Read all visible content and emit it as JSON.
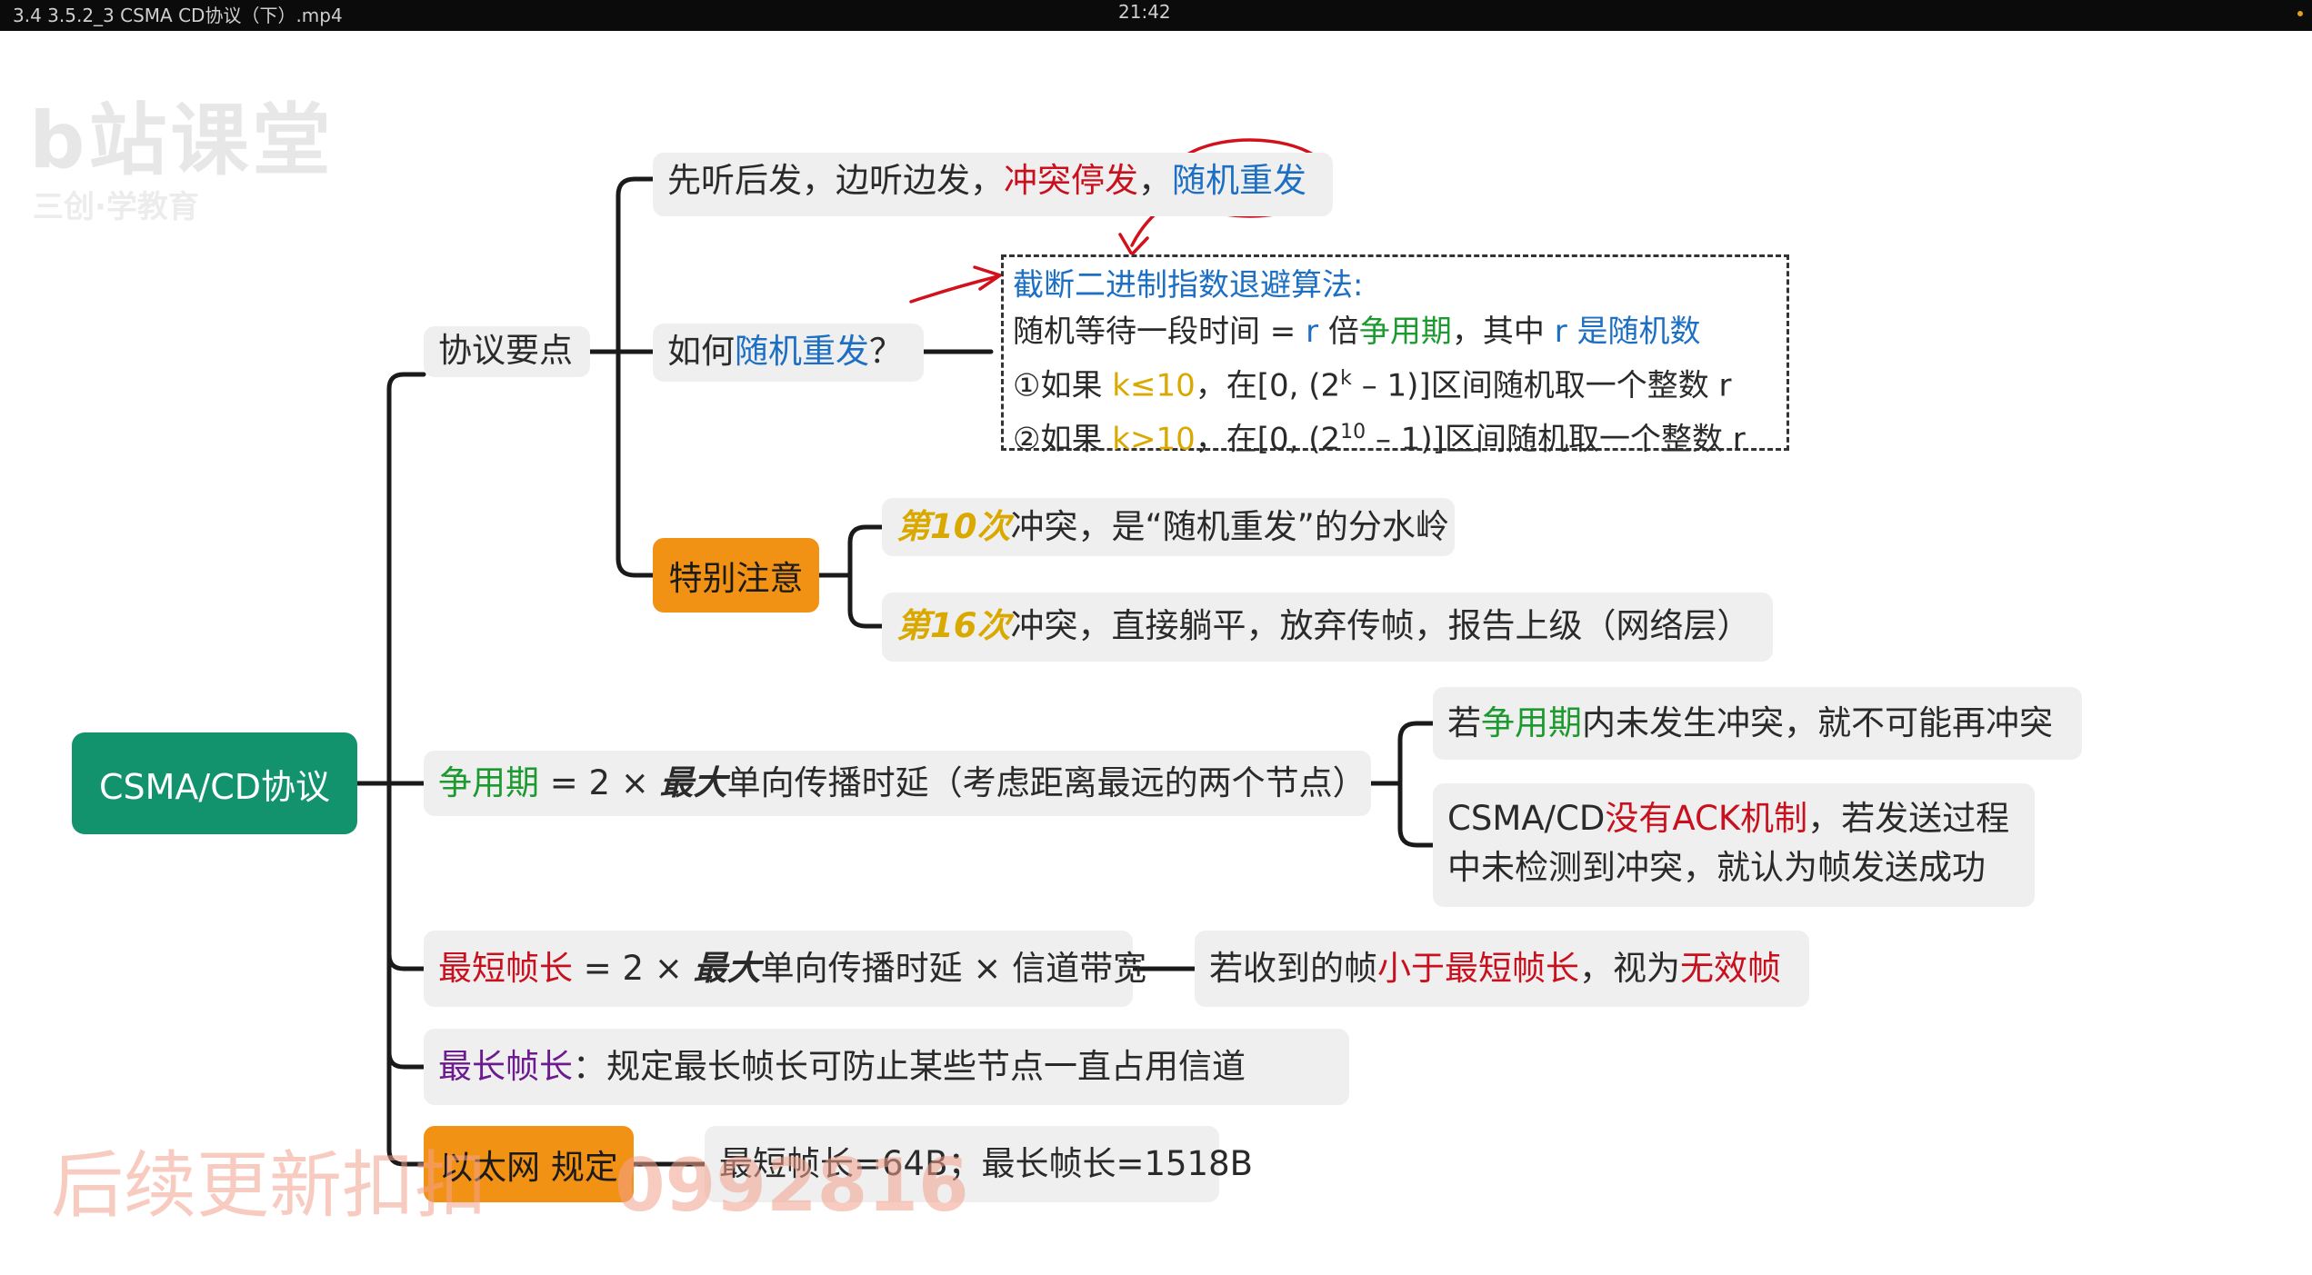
{
  "window": {
    "title": "3.4 3.5.2_3 CSMA CD协议（下）.mp4",
    "time": "21:42"
  },
  "watermarks": {
    "logo": "b站课堂",
    "logo_sub": "三创·学教育",
    "bottom_text": "后续更新扣扣",
    "bottom_number": "0992816"
  },
  "colors": {
    "root_green": "#12936e",
    "orange": "#f29215",
    "red": "#c8101e",
    "blue": "#1d6fc4",
    "green": "#1c9a2f",
    "yellow": "#d9a900",
    "purple": "#6c1b8f"
  },
  "root": {
    "label": "CSMA/CD协议"
  },
  "protocol": {
    "label": "协议要点",
    "principle": {
      "part1": "先听后发，边听边发，",
      "part2": "冲突停发",
      "part3": "，",
      "part4": "随机重发"
    },
    "how": {
      "prefix": "如何",
      "highlight": "随机重发",
      "suffix": "？"
    },
    "algorithm": {
      "title": "截断二进制指数退避算法:",
      "line1": {
        "a": "随机等待一段时间 = ",
        "r1": "r",
        "b": " 倍",
        "contention": "争用期",
        "c": "，其中 ",
        "r2": "r 是随机数"
      },
      "line2": {
        "a": "①如果 ",
        "cond": "k≤10",
        "b": "，在[0, (2",
        "sup": "k",
        "c": " – 1)]区间随机取一个整数 r"
      },
      "line3": {
        "a": "②如果 ",
        "cond": "k>10",
        "b": "，在[0, (2",
        "sup": "10",
        "c": " – 1)]区间随机取一个整数 r"
      }
    },
    "special": {
      "label": "特别注意",
      "item1": {
        "highlight": "第10次",
        "text": "冲突，是“随机重发”的分水岭"
      },
      "item2": {
        "highlight": "第16次",
        "text": "冲突，直接躺平，放弃传帧，报告上级（网络层）"
      }
    }
  },
  "contention": {
    "term": "争用期",
    "eq": " = 2 × ",
    "max": "最大",
    "rest": "单向传播时延（考虑距离最远的两个节点）",
    "note1": {
      "a": "若",
      "term": "争用期",
      "b": "内未发生冲突，就不可能再冲突"
    },
    "note2": {
      "a": "CSMA/CD",
      "red": "没有ACK机制",
      "b": "，若发送过程",
      "line2": "中未检测到冲突，就认为帧发送成功"
    }
  },
  "min_frame": {
    "term": "最短帧长",
    "eq": " = 2 × ",
    "max": "最大",
    "rest": "单向传播时延 × 信道带宽",
    "note": {
      "a": "若收到的帧",
      "red1": "小于最短帧长",
      "b": "，视为",
      "red2": "无效帧"
    }
  },
  "max_frame": {
    "term": "最长帧长",
    "rest": "：规定最长帧长可防止某些节点一直占用信道"
  },
  "ethernet": {
    "label": "以太网 规定",
    "value": "最短帧长=64B；最长帧长=1518B"
  }
}
